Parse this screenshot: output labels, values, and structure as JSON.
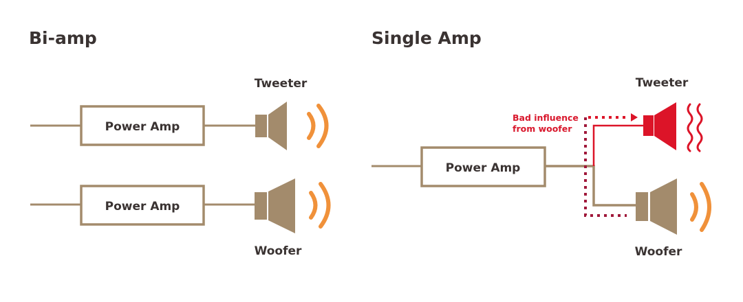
{
  "colors": {
    "wire": "#a38b6c",
    "speaker": "#a38b6c",
    "wave": "#f0913a",
    "bad": "#dc1428",
    "bad_dots": "#a0183a",
    "text": "#3a3332"
  },
  "biamp": {
    "title": "Bi-amp",
    "amps": [
      {
        "label": "Power Amp"
      },
      {
        "label": "Power Amp"
      }
    ],
    "tweeter_label": "Tweeter",
    "woofer_label": "Woofer"
  },
  "single": {
    "title": "Single Amp",
    "amp": {
      "label": "Power Amp"
    },
    "tweeter_label": "Tweeter",
    "woofer_label": "Woofer",
    "annotation_line1": "Bad influence",
    "annotation_line2": "from woofer"
  }
}
